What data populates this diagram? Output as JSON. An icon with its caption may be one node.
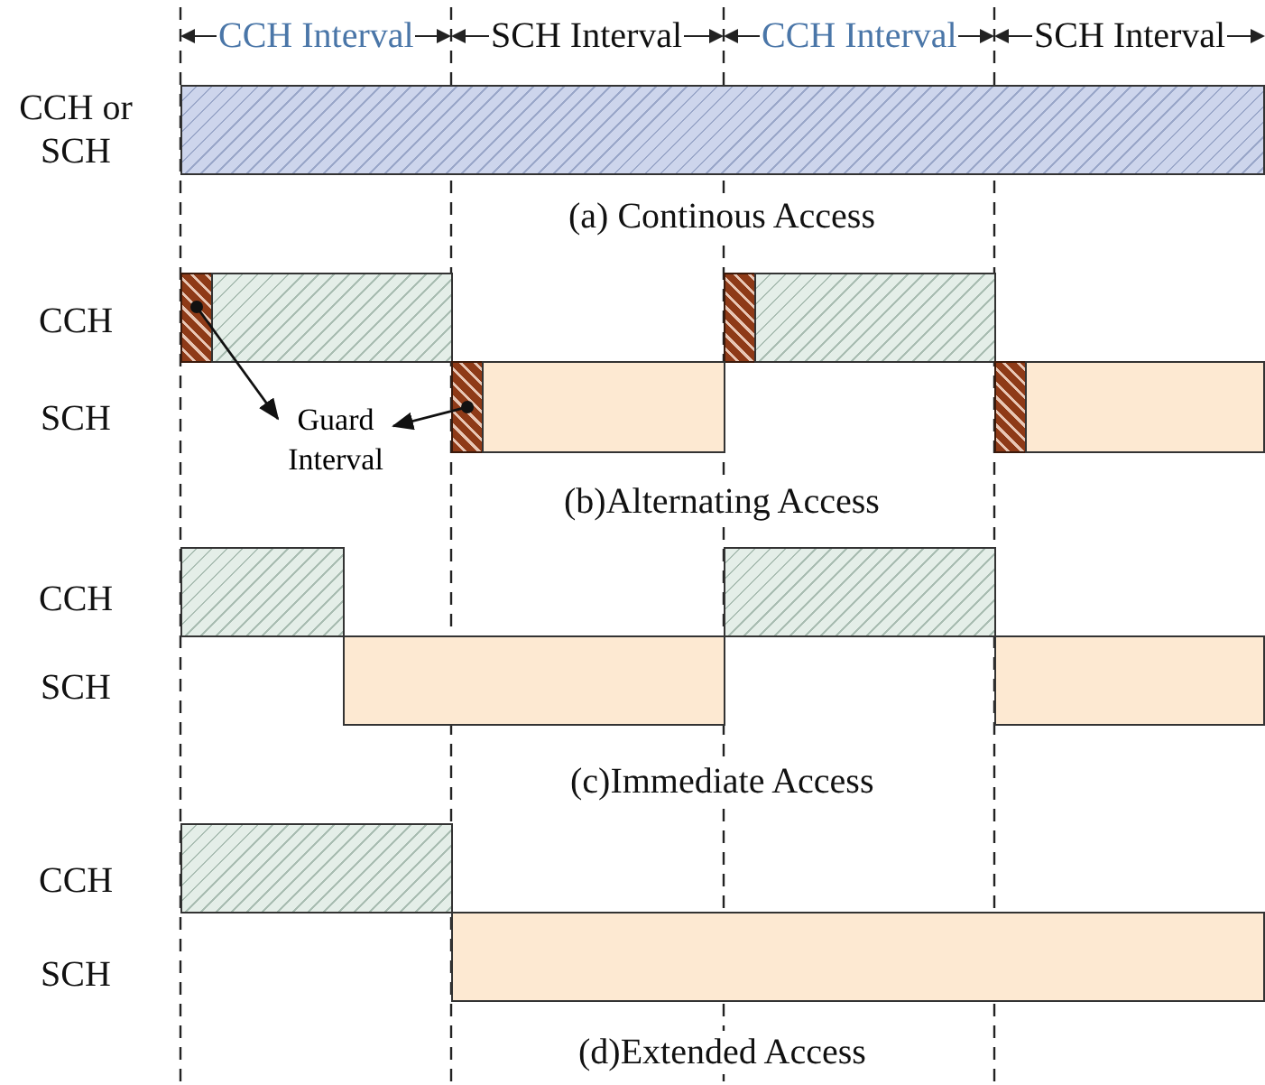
{
  "diagram": {
    "nodes": [
      {
        "text": [],
        "shape": "bar"
      },
      {
        "text": [],
        "shape": "bar"
      },
      {
        "text": [],
        "shape": "bar"
      },
      {
        "text": [],
        "shape": "bar"
      },
      {
        "text": [],
        "shape": "bar"
      },
      {
        "text": [],
        "shape": "bar"
      },
      {
        "text": [],
        "shape": "bar"
      },
      {
        "text": [],
        "shape": "bar"
      },
      {
        "text": [],
        "shape": "bar"
      },
      {
        "text": [
          "Guard Interval"
        ]
      },
      {
        "text": [],
        "shape": "bar"
      },
      {
        "text": [],
        "shape": "bar"
      },
      {
        "text": [],
        "shape": "bar"
      },
      {
        "text": [],
        "shape": "bar"
      },
      {
        "text": [],
        "shape": "bar"
      },
      {
        "text": [],
        "shape": "bar"
      }
    ],
    "edges": [
      {
        "from": 1,
        "to": 9,
        "arrow": "to"
      },
      {
        "from": 5,
        "to": 9,
        "arrow": "to"
      }
    ],
    "labels": [
      "CCH Interval",
      "SCH Interval",
      "CCH Interval",
      "SCH Interval",
      "CCH or SCH",
      "(a) Continous Access",
      "CCH",
      "SCH",
      "(b)Alternating Access",
      "CCH",
      "SCH",
      "(c)Immediate Access",
      "CCH",
      "SCH",
      "(d)Extended Access"
    ]
  }
}
